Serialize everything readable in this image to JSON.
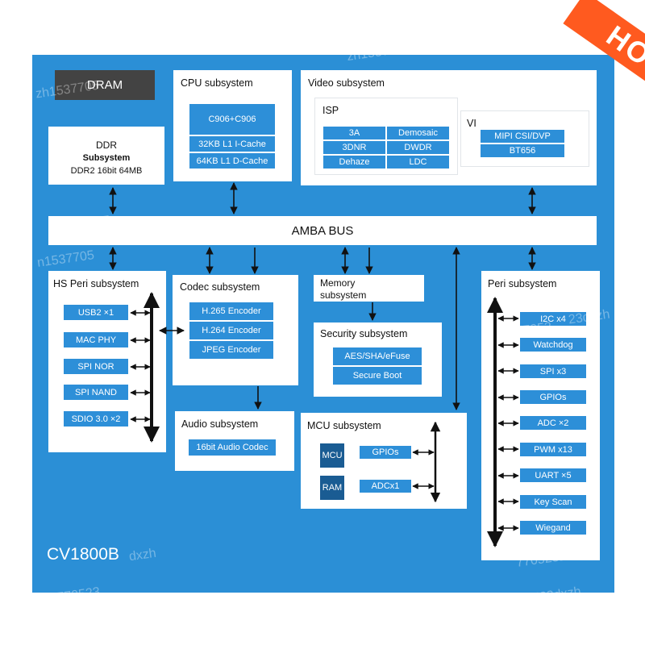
{
  "badge": {
    "label": "HOT"
  },
  "chip_name": "CV1800B",
  "bus": {
    "label": "AMBA BUS"
  },
  "dram": {
    "label": "DRAM"
  },
  "ddr": {
    "line1": "DDR",
    "line2": "Subsystem",
    "line3": "DDR2 16bit 64MB"
  },
  "cpu": {
    "title": "CPU subsystem",
    "items": [
      "C906+C906",
      "32KB L1 I-Cache",
      "64KB L1 D-Cache"
    ]
  },
  "video": {
    "title": "Video subsystem",
    "isp": {
      "title": "ISP",
      "items": [
        "3A",
        "Demosaic",
        "3DNR",
        "DWDR",
        "Dehaze",
        "LDC"
      ]
    },
    "vi": {
      "title": "VI",
      "items": [
        "MIPI CSI/DVP",
        "BT656"
      ]
    }
  },
  "hs_peri": {
    "title": "HS Peri subsystem",
    "items": [
      "USB2 ×1",
      "MAC PHY",
      "SPI NOR",
      "SPI NAND",
      "SDIO 3.0 ×2"
    ]
  },
  "codec": {
    "title": "Codec subsystem",
    "items": [
      "H.265 Encoder",
      "H.264 Encoder",
      "JPEG Encoder"
    ]
  },
  "audio": {
    "title": "Audio subsystem",
    "items": [
      "16bit Audio Codec"
    ]
  },
  "memory": {
    "line1": "Memory",
    "line2": "subsystem"
  },
  "security": {
    "title": "Security subsystem",
    "items": [
      "AES/SHA/eFuse",
      "Secure Boot"
    ]
  },
  "mcu": {
    "title": "MCU subsystem",
    "mcu_label": "MCU",
    "ram_label": "RAM",
    "items": [
      "GPIOs",
      "ADCx1"
    ]
  },
  "peri": {
    "title": "Peri subsystem",
    "items": [
      "I2C x4",
      "Watchdog",
      "SPI x3",
      "GPIOs",
      "ADC ×2",
      "PWM x13",
      "UART ×5",
      "Key Scan",
      "Wiegand"
    ]
  },
  "watermarks": [
    "zh1537705",
    "zh15377052",
    "n1537705",
    "7dxzh",
    "n1537",
    "dxzh",
    "23dxzh",
    "77052",
    "8770523",
    "7705231dxz",
    "9770523dxzh"
  ]
}
